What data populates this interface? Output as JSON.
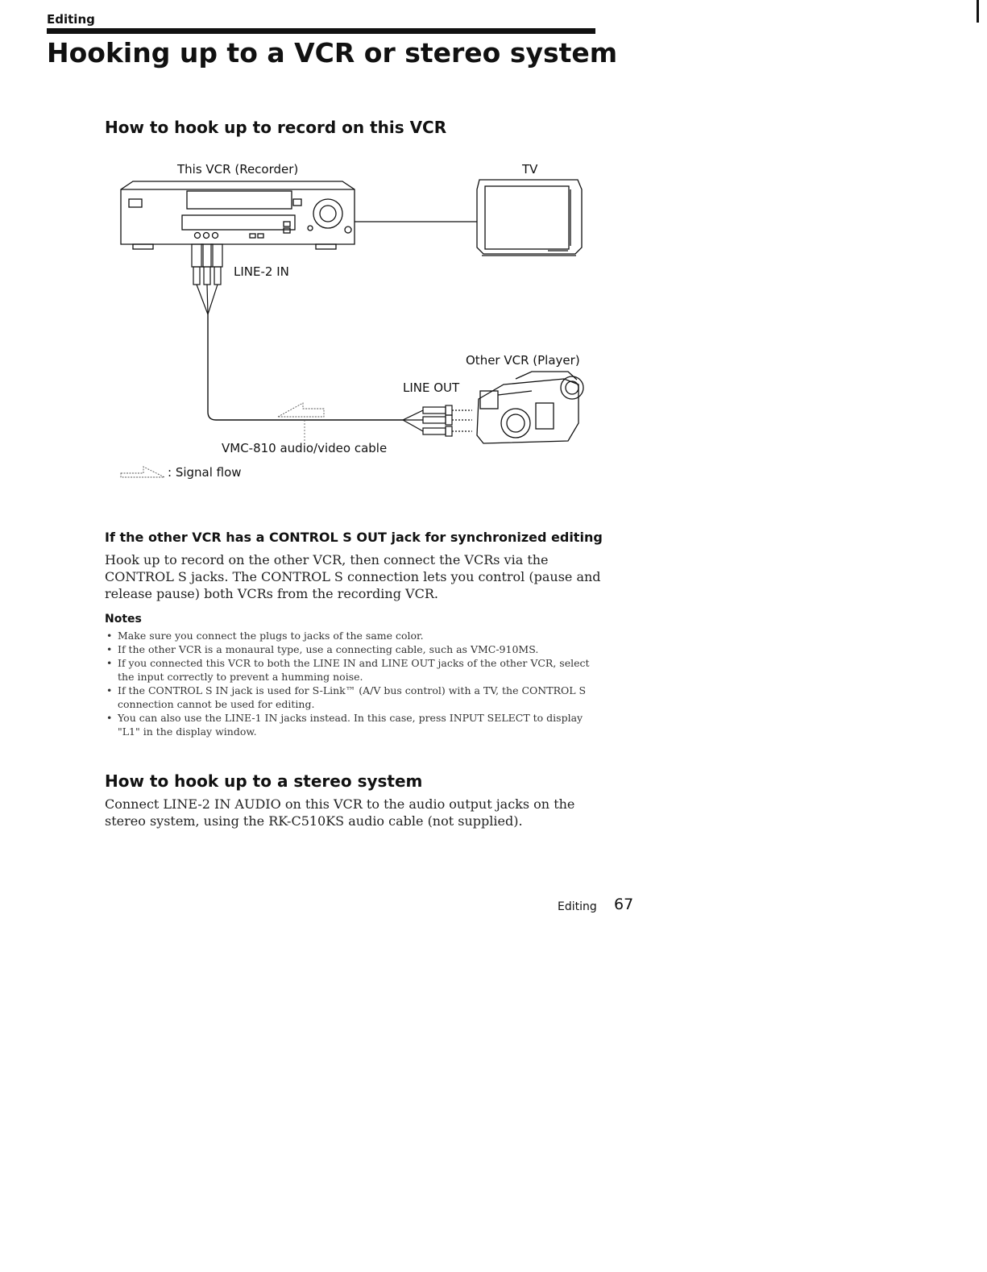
{
  "header": {
    "section_tag": "Editing",
    "title": "Hooking up to a VCR or stereo system"
  },
  "section1": {
    "heading": "How to hook up to record on this VCR"
  },
  "diagram": {
    "recorder_label": "This VCR (Recorder)",
    "tv_label": "TV",
    "line2_label": "LINE-2 IN",
    "player_label": "Other VCR (Player)",
    "lineout_label": "LINE OUT",
    "cable_label": "VMC-810 audio/video cable",
    "legend_label": ": Signal flow"
  },
  "control_s": {
    "heading": "If the other VCR has a CONTROL S OUT jack for synchronized editing",
    "lines": [
      "Hook up to record on the other VCR, then connect the VCRs via the",
      "CONTROL S jacks. The CONTROL S connection lets you control (pause and",
      "release pause) both VCRs from the recording VCR."
    ]
  },
  "notes": {
    "heading": "Notes",
    "items": [
      "Make sure you connect the plugs to jacks of the same color.",
      "If the other VCR is a monaural type, use a connecting cable, such as VMC-910MS.",
      "If you connected this VCR to both the LINE IN and LINE OUT jacks of the other VCR, select the input correctly to prevent a humming noise.",
      "If the CONTROL S IN jack is used for S-Link™ (A/V bus control) with a TV, the CONTROL S connection cannot be used for editing.",
      "You can also use the LINE-1 IN jacks instead. In this case, press INPUT SELECT to display \"L1\" in the display window."
    ]
  },
  "section2": {
    "heading": "How to hook up to a stereo system",
    "lines": [
      "Connect LINE-2 IN AUDIO on this VCR to the audio output jacks on the",
      "stereo system, using the RK-C510KS audio cable (not supplied)."
    ]
  },
  "footer": {
    "section": "Editing",
    "page_number": "67"
  }
}
